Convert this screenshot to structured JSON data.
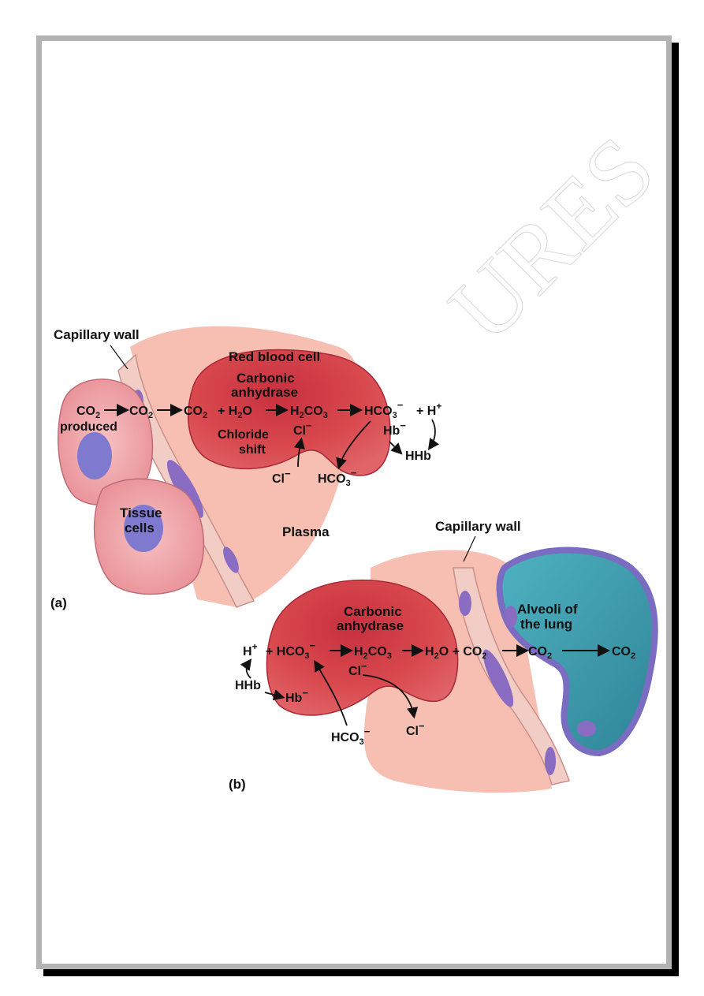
{
  "watermark": "URES",
  "panel_a": {
    "capillary_wall": "Capillary wall",
    "red_blood_cell": "Red blood cell",
    "carbonic_1": "Carbonic",
    "anhydrase_1": "anhydrase",
    "chloride_1": "Chloride",
    "shift_1": "shift",
    "co2_a": "CO",
    "co2_b": "CO",
    "co2_c": "CO",
    "plus_h2o": "+ H",
    "o_a": "O",
    "h2co3_h": "H",
    "h2co3_co": "CO",
    "hco3": "HCO",
    "plus_h": "+ H",
    "hb_minus": "Hb",
    "hhb": "HHb",
    "cl_inside": "Cl",
    "cl_outside": "Cl",
    "hco3_out": "HCO",
    "produced": "produced",
    "tissue": "Tissue",
    "cells": "cells",
    "plasma": "Plasma",
    "label": "(a)"
  },
  "panel_b": {
    "capillary_wall": "Capillary wall",
    "alveoli_1": "Alveoli of",
    "alveoli_2": "the lung",
    "carbonic_1": "Carbonic",
    "anhydrase_1": "anhydrase",
    "h_plus": "H",
    "plus_hco3": "+ HCO",
    "h2co3_h": "H",
    "h2co3_co": "CO",
    "h2o_h": "H",
    "h2o_o": "O + CO",
    "co2_1": "CO",
    "co2_2": "CO",
    "hhb": "HHb",
    "hb_minus": "Hb",
    "cl_inside": "Cl",
    "cl_outside": "Cl",
    "hco3_out": "HCO",
    "label": "(b)"
  },
  "colors": {
    "rbc": "#d8484d",
    "rbc_dark": "#b8283a",
    "plasma": "#f6b4a4",
    "tissue": "#f3a8ac",
    "nucleus": "#7f7ad0",
    "alveolus": "#3a95a6",
    "alveolus_wall": "#7a6cc0"
  }
}
